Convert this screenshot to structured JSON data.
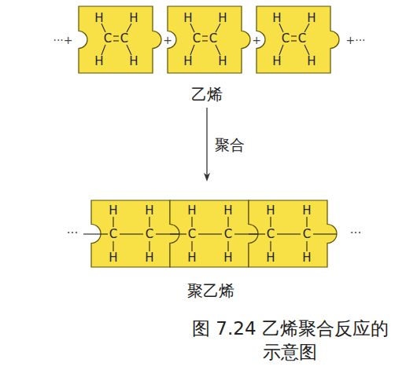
{
  "diagram": {
    "caption": "图 7.24 乙烯聚合反应的示意图",
    "nodes": [
      {
        "text": [
          "H",
          "H",
          "C",
          "C",
          "H",
          "H"
        ]
      },
      {
        "text": [
          "H",
          "H",
          "C",
          "C",
          "H",
          "H"
        ]
      },
      {
        "text": [
          "H",
          "H",
          "C",
          "C",
          "H",
          "H"
        ]
      },
      {
        "text": [
          "H",
          "H",
          "C",
          "C",
          "H",
          "H"
        ]
      },
      {
        "text": [
          "H",
          "H",
          "C",
          "C",
          "H",
          "H"
        ]
      },
      {
        "text": [
          "H",
          "H",
          "C",
          "C",
          "H",
          "H"
        ]
      }
    ],
    "labels": [
      "···+",
      "+",
      "+",
      "+···",
      "乙烯",
      "聚合",
      "···",
      "···",
      "聚乙烯"
    ]
  }
}
